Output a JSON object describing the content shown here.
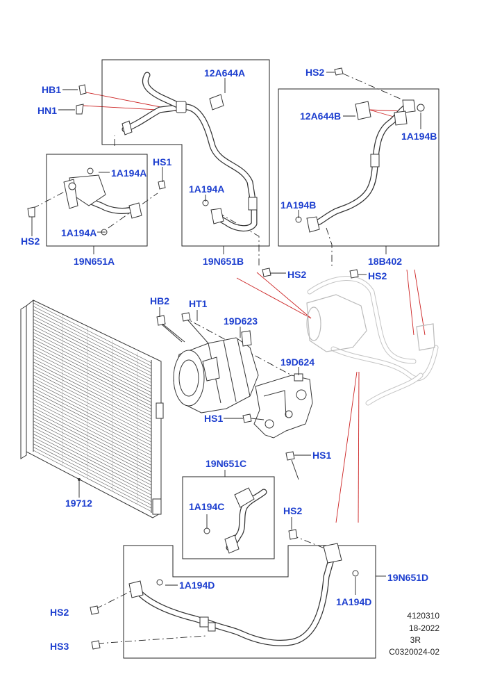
{
  "labels": {
    "hb1": "HB1",
    "hn1": "HN1",
    "part_12a644a": "12A644A",
    "hs2_top_right": "HS2",
    "part_12a644b": "12A644B",
    "part_1a194b_upper": "1A194B",
    "hs1_left": "HS1",
    "part_1a194a_upper": "1A194A",
    "part_1a194a_lower": "1A194A",
    "hs2_left": "HS2",
    "part_1a194a_mid": "1A194A",
    "part_1a194b_lower": "1A194B",
    "group_19n651a": "19N651A",
    "group_19n651b": "19N651B",
    "group_18b402": "18B402",
    "hs2_mid": "HS2",
    "hs2_mid_right": "HS2",
    "hb2": "HB2",
    "ht1": "HT1",
    "part_19d623": "19D623",
    "part_19d624": "19D624",
    "hs1_mid": "HS1",
    "hs1_lower": "HS1",
    "group_19n651c": "19N651C",
    "part_1a194c": "1A194C",
    "part_19712": "19712",
    "hs2_lower": "HS2",
    "group_19n651d": "19N651D",
    "part_1a194d_left": "1A194D",
    "part_1a194d_right": "1A194D",
    "hs2_bottom": "HS2",
    "hs3": "HS3"
  },
  "meta": {
    "line1": "4120310",
    "line2": "18-2022",
    "line3": "3R",
    "line4": "C0320024-02"
  }
}
